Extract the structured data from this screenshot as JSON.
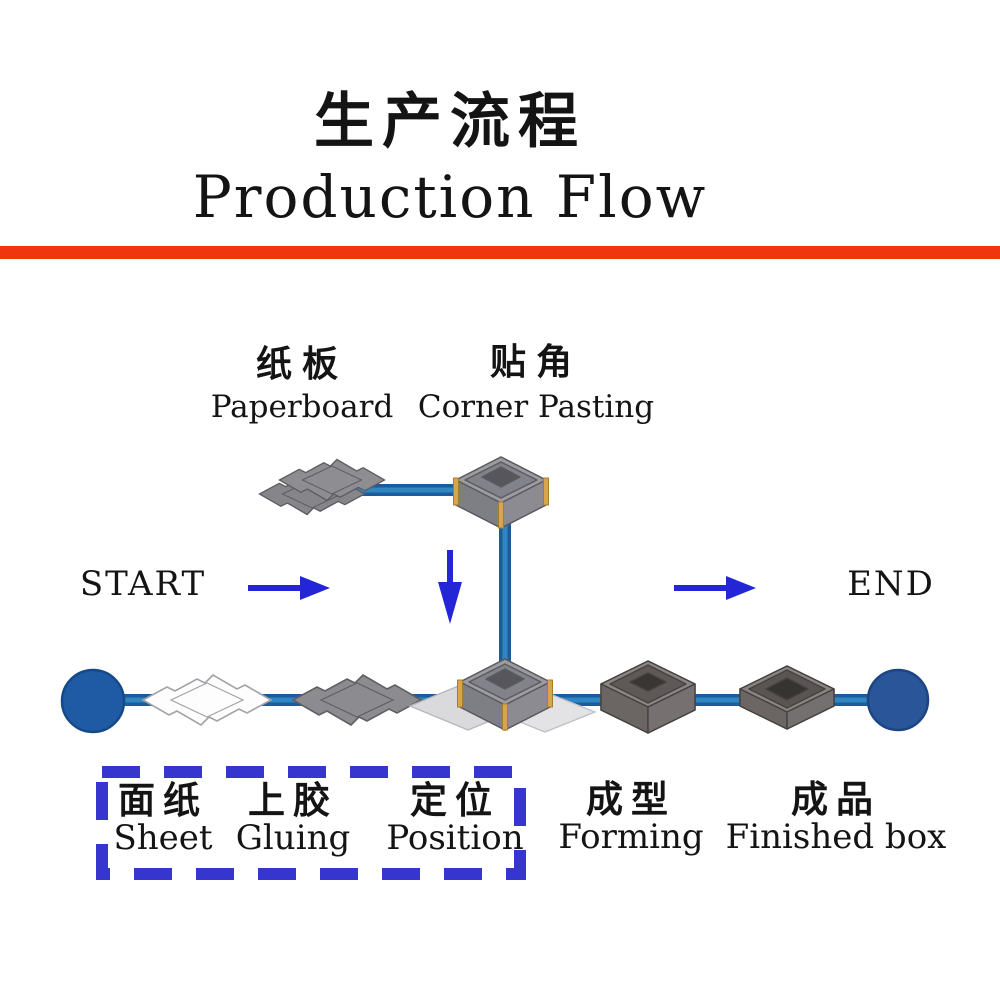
{
  "header": {
    "title_zh": "生产流程",
    "title_en": "Production Flow"
  },
  "colors": {
    "divider_red": "#f23511",
    "arrow_blue": "#2525d8",
    "dashed_box_blue": "#3636cf",
    "flow_line_dark": "#1c5c9e",
    "flow_line_light": "#2f86c0",
    "start_node_blue": "#1e5ba4",
    "end_node_blue": "#2a5598",
    "paperboard_gray": "#8c8c90",
    "corner_tab_orange": "#d8a54c"
  },
  "top_stages": [
    {
      "zh": "纸板",
      "en": "Paperboard"
    },
    {
      "zh": "贴角",
      "en": "Corner Pasting"
    }
  ],
  "flow_markers": {
    "start": "START",
    "end": "END"
  },
  "bottom_stages": [
    {
      "zh": "面纸",
      "en": "Sheet"
    },
    {
      "zh": "上胶",
      "en": "Gluing"
    },
    {
      "zh": "定位",
      "en": "Position"
    },
    {
      "zh": "成型",
      "en": "Forming"
    },
    {
      "zh": "成品",
      "en": "Finished box"
    }
  ]
}
